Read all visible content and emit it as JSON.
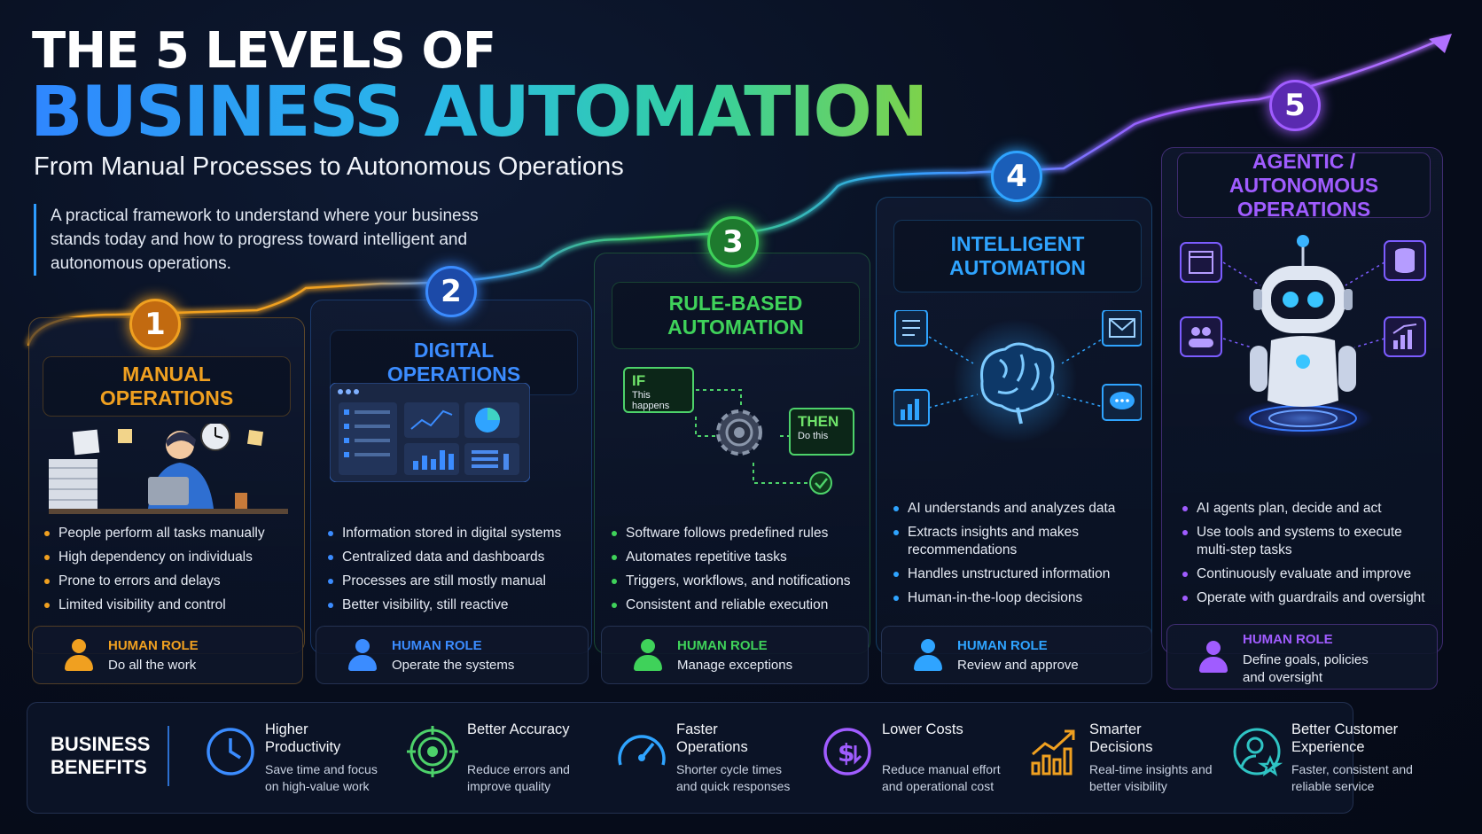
{
  "title_line1": "THE 5 LEVELS OF",
  "title_line2": "BUSINESS AUTOMATION",
  "subtitle": "From Manual Processes to Autonomous Operations",
  "intro": "A practical framework to understand where your business stands today and how to progress toward intelligent and autonomous operations.",
  "colors": {
    "level1": "#f0a020",
    "level2": "#3b8cff",
    "level3": "#3fd25a",
    "level4": "#2fa4ff",
    "level5": "#a05cff"
  },
  "levels": [
    {
      "number": "1",
      "title": "MANUAL OPERATIONS",
      "bullets": [
        "People perform all tasks manually",
        "High dependency on individuals",
        "Prone to errors and delays",
        "Limited visibility and control"
      ],
      "role_title": "HUMAN ROLE",
      "role_desc": "Do all the work"
    },
    {
      "number": "2",
      "title": "DIGITAL OPERATIONS",
      "bullets": [
        "Information stored in digital systems",
        "Centralized data and dashboards",
        "Processes are still mostly manual",
        "Better visibility, still reactive"
      ],
      "role_title": "HUMAN ROLE",
      "role_desc": "Operate the systems"
    },
    {
      "number": "3",
      "title": "RULE-BASED AUTOMATION",
      "if_label": "IF",
      "if_sub": "This happens",
      "then_label": "THEN",
      "then_sub": "Do this",
      "bullets": [
        "Software follows predefined rules",
        "Automates repetitive tasks",
        "Triggers, workflows, and notifications",
        "Consistent and reliable execution"
      ],
      "role_title": "HUMAN ROLE",
      "role_desc": "Manage exceptions"
    },
    {
      "number": "4",
      "title": "INTELLIGENT AUTOMATION",
      "bullets": [
        "AI understands and analyzes data",
        "Extracts insights and makes recommendations",
        "Handles unstructured information",
        "Human-in-the-loop decisions"
      ],
      "role_title": "HUMAN ROLE",
      "role_desc": "Review and approve"
    },
    {
      "number": "5",
      "title": "AGENTIC / AUTONOMOUS OPERATIONS",
      "bullets": [
        "AI agents plan, decide and act",
        "Use tools and systems to execute multi-step tasks",
        "Continuously evaluate and improve",
        "Operate with guardrails and oversight"
      ],
      "role_title": "HUMAN ROLE",
      "role_desc": "Define goals, policies and oversight"
    }
  ],
  "benefits_title": "BUSINESS BENEFITS",
  "benefits": [
    {
      "icon": "clock-icon",
      "title": "Higher Productivity",
      "desc": "Save time and focus on high-value work",
      "color": "#3b8cff"
    },
    {
      "icon": "target-icon",
      "title": "Better Accuracy",
      "desc": "Reduce errors and improve quality",
      "color": "#4dd26a"
    },
    {
      "icon": "speedometer-icon",
      "title": "Faster Operations",
      "desc": "Shorter cycle times and quick responses",
      "color": "#2fa4ff"
    },
    {
      "icon": "dollar-down-icon",
      "title": "Lower Costs",
      "desc": "Reduce manual effort and operational cost",
      "color": "#a05cff"
    },
    {
      "icon": "rising-chart-icon",
      "title": "Smarter Decisions",
      "desc": "Real-time insights and better visibility",
      "color": "#f0a020"
    },
    {
      "icon": "user-star-icon",
      "title": "Better Customer Experience",
      "desc": "Faster, consistent and reliable service",
      "color": "#2fc4c4"
    }
  ]
}
